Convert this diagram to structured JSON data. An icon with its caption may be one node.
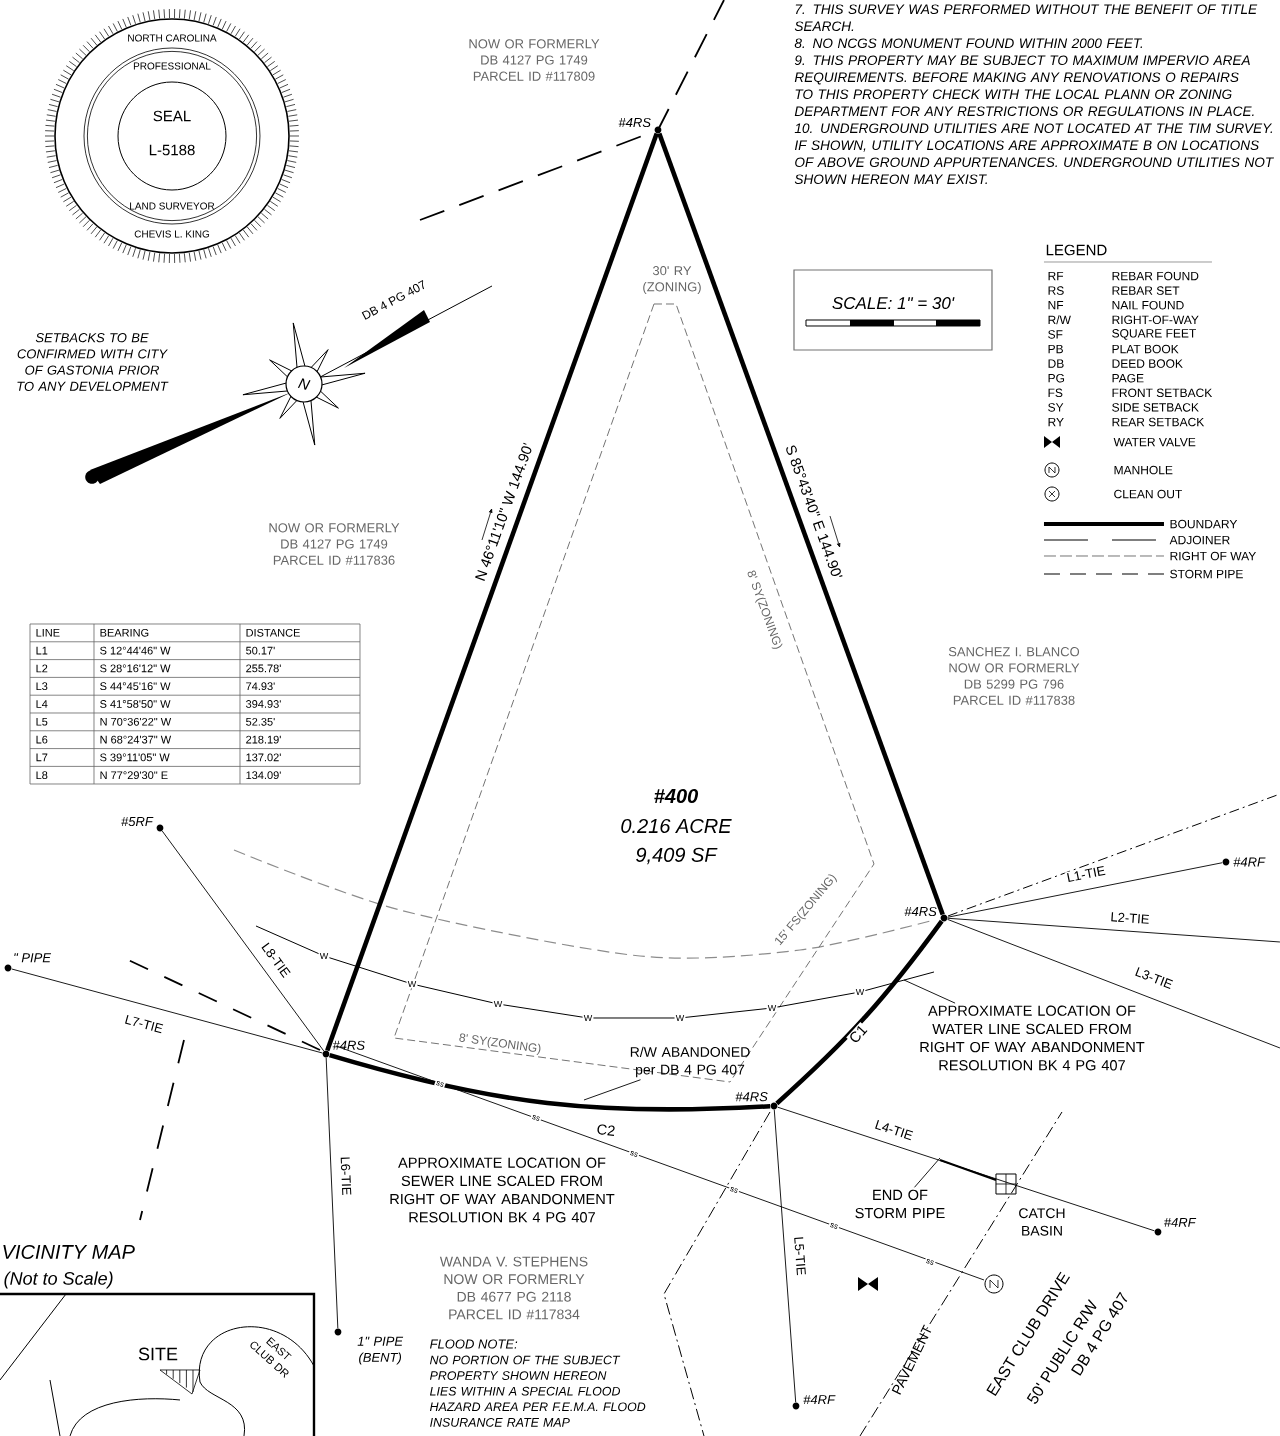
{
  "diagram": {
    "nodes": [
      {
        "text": [
          "#4RS"
        ]
      },
      {
        "text": [
          "#4RS"
        ]
      },
      {
        "text": [
          "#4RS"
        ]
      },
      {
        "text": [
          "#4RS"
        ]
      },
      {
        "text": [
          "#4RF"
        ]
      },
      {
        "text": [
          "#4RF"
        ]
      },
      {
        "text": [
          "#4RF"
        ]
      },
      {
        "text": [
          "1\" PIPE (BENT)"
        ]
      },
      {
        "text": [
          "\" PIPE"
        ]
      },
      {
        "text": [
          "#5RF"
        ]
      },
      {
        "text": [
          "SCALE: 1\" = 30'"
        ]
      },
      {
        "text": [
          "APPROXIMATE LOCATION OF WATER LINE SCALED FROM RIGHT OF WAY ABANDONMENT RESOLUTION BK 4 PG 407"
        ]
      },
      {
        "text": [
          "END OF STORM PIPE"
        ]
      },
      {
        "text": [
          "R/W ABANDONED per DB 4 PG 407"
        ]
      }
    ],
    "edges": [
      {
        "from": 0,
        "to": 2,
        "arrow": "none",
        "label": "N 46°11'10\" W 144.90'",
        "style": "thick"
      },
      {
        "from": 0,
        "to": 1,
        "arrow": "none",
        "label": "S 85°43'40\" E 144.90'",
        "style": "thick"
      },
      {
        "from": 1,
        "to": 3,
        "arrow": "none",
        "label": "C1",
        "style": "thick"
      },
      {
        "from": 3,
        "to": 2,
        "arrow": "none",
        "label": "C2",
        "style": "thick"
      },
      {
        "from": 1,
        "to": 4,
        "arrow": "none",
        "label": "L1-TIE"
      },
      {
        "from": 1,
        "to": null,
        "arrow": "none",
        "label": "L2-TIE"
      },
      {
        "from": 1,
        "to": null,
        "arrow": "none",
        "label": "L3-TIE"
      },
      {
        "from": 3,
        "to": 5,
        "arrow": "none",
        "label": "L4-TIE"
      },
      {
        "from": 3,
        "to": 6,
        "arrow": "none",
        "label": "L5-TIE"
      },
      {
        "from": 2,
        "to": 7,
        "arrow": "none",
        "label": "L6-TIE"
      },
      {
        "from": 2,
        "to": 8,
        "arrow": "none",
        "label": "L7-TIE"
      },
      {
        "from": 2,
        "to": 9,
        "arrow": "none",
        "label": "L8-TIE"
      },
      {
        "from": 11,
        "to": null,
        "arrow": "none"
      },
      {
        "from": 12,
        "to": null,
        "arrow": "none"
      },
      {
        "from": 13,
        "to": null,
        "arrow": "none"
      }
    ],
    "labels": [
      "NORTH CAROLINA",
      "PROFESSIONAL",
      "SEAL",
      "L-5188",
      "LAND SURVEYOR",
      "CHEVIS L. KING",
      "NOW OR FORMERLY DB 4127 PG 1749 PARCEL ID #117809",
      "7. THIS SURVEY WAS PERFORMED WITHOUT THE BENEFIT OF TITLE SEARCH.",
      "8. NO NCGS MONUMENT FOUND WITHIN 2000 FEET.",
      "9. THIS PROPERTY MAY BE SUBJECT TO MAXIMUM IMPERVIO AREA REQUIREMENTS. BEFORE MAKING ANY RENOVATIONS O REPAIRS TO THIS PROPERTY CHECK WITH THE LOCAL PLANN OR ZONING DEPARTMENT FOR ANY RESTRICTIONS OR REGULATIONS IN PLACE.",
      "10. UNDERGROUND UTILITIES ARE NOT LOCATED AT THE TIM SURVEY. IF SHOWN, UTILITY LOCATIONS ARE APPROXIMATE B ON LOCATIONS OF ABOVE GROUND APPURTENANCES. UNDERGROUND UTILITIES NOT SHOWN HEREON MAY EXIST.",
      "SETBACKS TO BE CONFIRMED WITH CITY OF GASTONIA PRIOR TO ANY DEVELOPMENT",
      "DB 4 PG 407",
      "N",
      "30' RY (ZONING)",
      "LEGEND",
      "RF",
      "REBAR FOUND",
      "RS",
      "REBAR SET",
      "NF",
      "NAIL FOUND",
      "R/W",
      "RIGHT-OF-WAY",
      "SF",
      "SQUARE FEET",
      "PB",
      "PLAT BOOK",
      "DB",
      "DEED BOOK",
      "PG",
      "PAGE",
      "FS",
      "FRONT SETBACK",
      "SY",
      "SIDE SETBACK",
      "RY",
      "REAR SETBACK",
      "NOW OR FORMERLY DB 4127 PG 1749 PARCEL ID #117836",
      "8' SY(ZONING)",
      "LINE",
      "BEARING",
      "DISTANCE",
      "L1",
      "S 12°44'46\" W",
      "50.17'",
      "L2",
      "S 28°16'12\" W",
      "255.78'",
      "L3",
      "S 44°45'16\" W",
      "74.93'",
      "L4",
      "S 41°58'50\" W",
      "394.93'",
      "L5",
      "N 70°36'22\" W",
      "52.35'",
      "L6",
      "N 68°24'37\" W",
      "218.19'",
      "L7",
      "S 39°11'05\" W",
      "137.02'",
      "L8",
      "N 77°29'30\" E",
      "134.09'",
      "#400",
      "0.216 ACRE",
      "9,409 SF",
      "SANCHEZ I. BLANCO NOW OR FORMERLY DB 5299 PG 796 PARCEL ID #117838",
      "15' FS(ZONING)",
      "8' SY(ZONING)",
      "W",
      "W",
      "W",
      "W",
      "W",
      "W",
      "W",
      "ss",
      "ss",
      "ss",
      "ss",
      "ss",
      "ss",
      "APPROXIMATE LOCATION OF SEWER LINE SCALED FROM RIGHT OF WAY ABANDONMENT RESOLUTION BK 4 PG 407",
      "WANDA V. STEPHENS NOW OR FORMERLY DB 4677 PG 2118 PARCEL ID #117834",
      "FLOOD NOTE:",
      "NO PORTION OF THE SUBJECT PROPERTY SHOWN HEREON LIES WITHIN A SPECIAL FLOOD HAZARD AREA PER F.E.M.A. FLOOD INSURANCE RATE MAP",
      "CATCH BASIN",
      "PAVEMENT",
      "EAST CLUB DRIVE",
      "50' PUBLIC R/W",
      "DB 4 PG 407",
      "VICINITY MAP",
      "(Not to Scale)",
      "SITE",
      "EAST CLUB DR"
    ],
    "legend": [
      {
        "text": "WATER VALVE"
      },
      {
        "text": "MANHOLE"
      },
      {
        "text": "CLEAN OUT"
      },
      {
        "text": "BOUNDARY"
      },
      {
        "text": "ADJOINER"
      },
      {
        "text": "RIGHT OF WAY"
      },
      {
        "text": "STORM PIPE"
      }
    ]
  }
}
